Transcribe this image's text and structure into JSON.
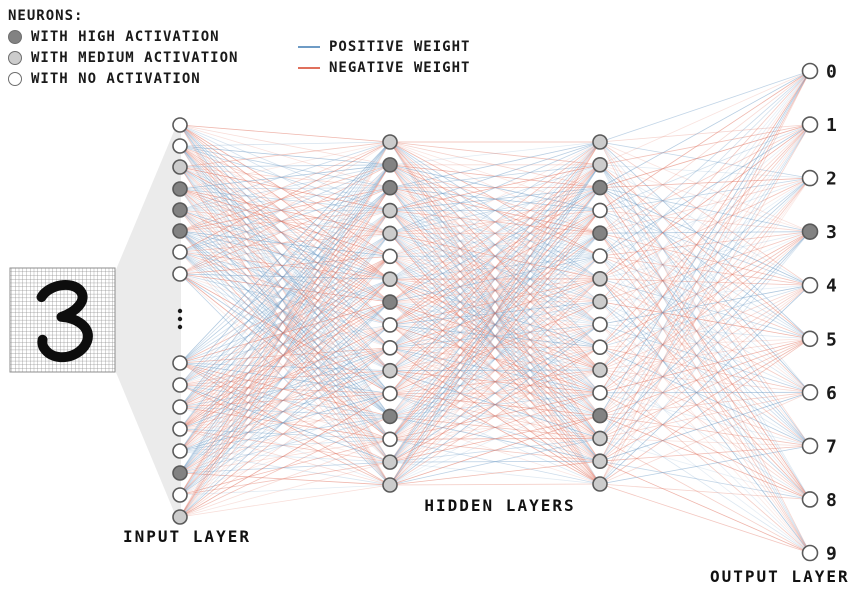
{
  "legend": {
    "title": "NEURONS:",
    "items": [
      {
        "label": "WITH HIGH ACTIVATION",
        "level": "high"
      },
      {
        "label": "WITH MEDIUM ACTIVATION",
        "level": "medium"
      },
      {
        "label": "WITH NO ACTIVATION",
        "level": "none"
      }
    ]
  },
  "weight_legend": {
    "positive": {
      "label": "POSITIVE WEIGHT",
      "color": "#6e9bc5"
    },
    "negative": {
      "label": "NEGATIVE WEIGHT",
      "color": "#e0705c"
    }
  },
  "labels": {
    "input": "INPUT LAYER",
    "hidden": "HIDDEN LAYERS",
    "output": "OUTPUT LAYER"
  },
  "input_image": {
    "digit": "3",
    "style": "handwritten digit on pixel grid"
  },
  "colors": {
    "neuron_high_fill": "#828282",
    "neuron_medium_fill": "#cccccc",
    "neuron_none_fill": "#ffffff",
    "neuron_stroke": "#5a5a5a",
    "funnel": "#ebebeb",
    "grid_line": "#8c8c8c",
    "digit_ink": "#0d0d0d",
    "text": "#1a1a1a"
  },
  "network": {
    "input": {
      "activations": [
        "none",
        "none",
        "medium",
        "high",
        "high",
        "high",
        "none",
        "none",
        "none",
        "none",
        "none",
        "none",
        "none",
        "high",
        "none",
        "medium"
      ],
      "has_ellipsis": true
    },
    "hidden1": {
      "activations": [
        "medium",
        "high",
        "high",
        "medium",
        "medium",
        "none",
        "medium",
        "high",
        "none",
        "none",
        "medium",
        "none",
        "high",
        "none",
        "medium",
        "medium"
      ]
    },
    "hidden2": {
      "activations": [
        "medium",
        "medium",
        "high",
        "none",
        "high",
        "none",
        "medium",
        "medium",
        "none",
        "none",
        "medium",
        "none",
        "high",
        "medium",
        "medium",
        "medium"
      ]
    },
    "output": {
      "activations": [
        "none",
        "none",
        "none",
        "high",
        "none",
        "none",
        "none",
        "none",
        "none",
        "none"
      ],
      "labels": [
        "0",
        "1",
        "2",
        "3",
        "4",
        "5",
        "6",
        "7",
        "8",
        "9"
      ]
    }
  }
}
